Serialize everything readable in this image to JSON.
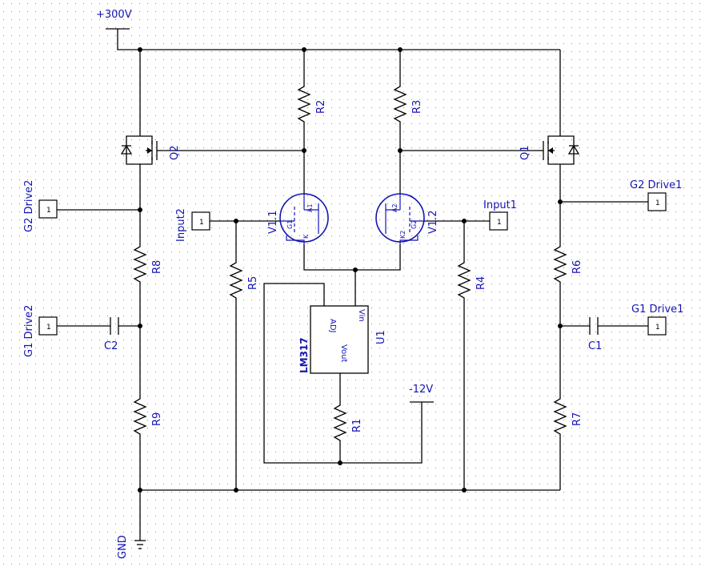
{
  "schematic": {
    "supply_label": "+300V",
    "gnd_label": "GND",
    "neg_label": "-12V",
    "connectors": {
      "g2drive2": {
        "name": "G2 Drive2",
        "pin": "1"
      },
      "g1drive2": {
        "name": "G1 Drive2",
        "pin": "1"
      },
      "input2": {
        "name": "Input2",
        "pin": "1"
      },
      "input1": {
        "name": "Input1",
        "pin": "1"
      },
      "g2drive1": {
        "name": "G2 Drive1",
        "pin": "1"
      },
      "g1drive1": {
        "name": "G1 Drive1",
        "pin": "1"
      }
    },
    "resistors": {
      "r1": "R1",
      "r2": "R2",
      "r3": "R3",
      "r4": "R4",
      "r5": "R5",
      "r6": "R6",
      "r7": "R7",
      "r8": "R8",
      "r9": "R9"
    },
    "capacitors": {
      "c1": "C1",
      "c2": "C2"
    },
    "mosfets": {
      "q1": "Q1",
      "q2": "Q2"
    },
    "tubes": {
      "v11": {
        "ref": "V1.1",
        "pin_a": "A1",
        "pin_g": "G1",
        "pin_k": "K"
      },
      "v12": {
        "ref": "V1.2",
        "pin_a": "A2",
        "pin_g": "G2",
        "pin_k": "K2"
      }
    },
    "regulator": {
      "ref": "U1",
      "part": "LM317",
      "adj": "ADJ",
      "vin": "Vin",
      "vout": "Vout"
    }
  },
  "colors": {
    "wire": "#000000",
    "label": "#1414b4",
    "grid": "#8a8a8a",
    "background": "#ffffff"
  }
}
